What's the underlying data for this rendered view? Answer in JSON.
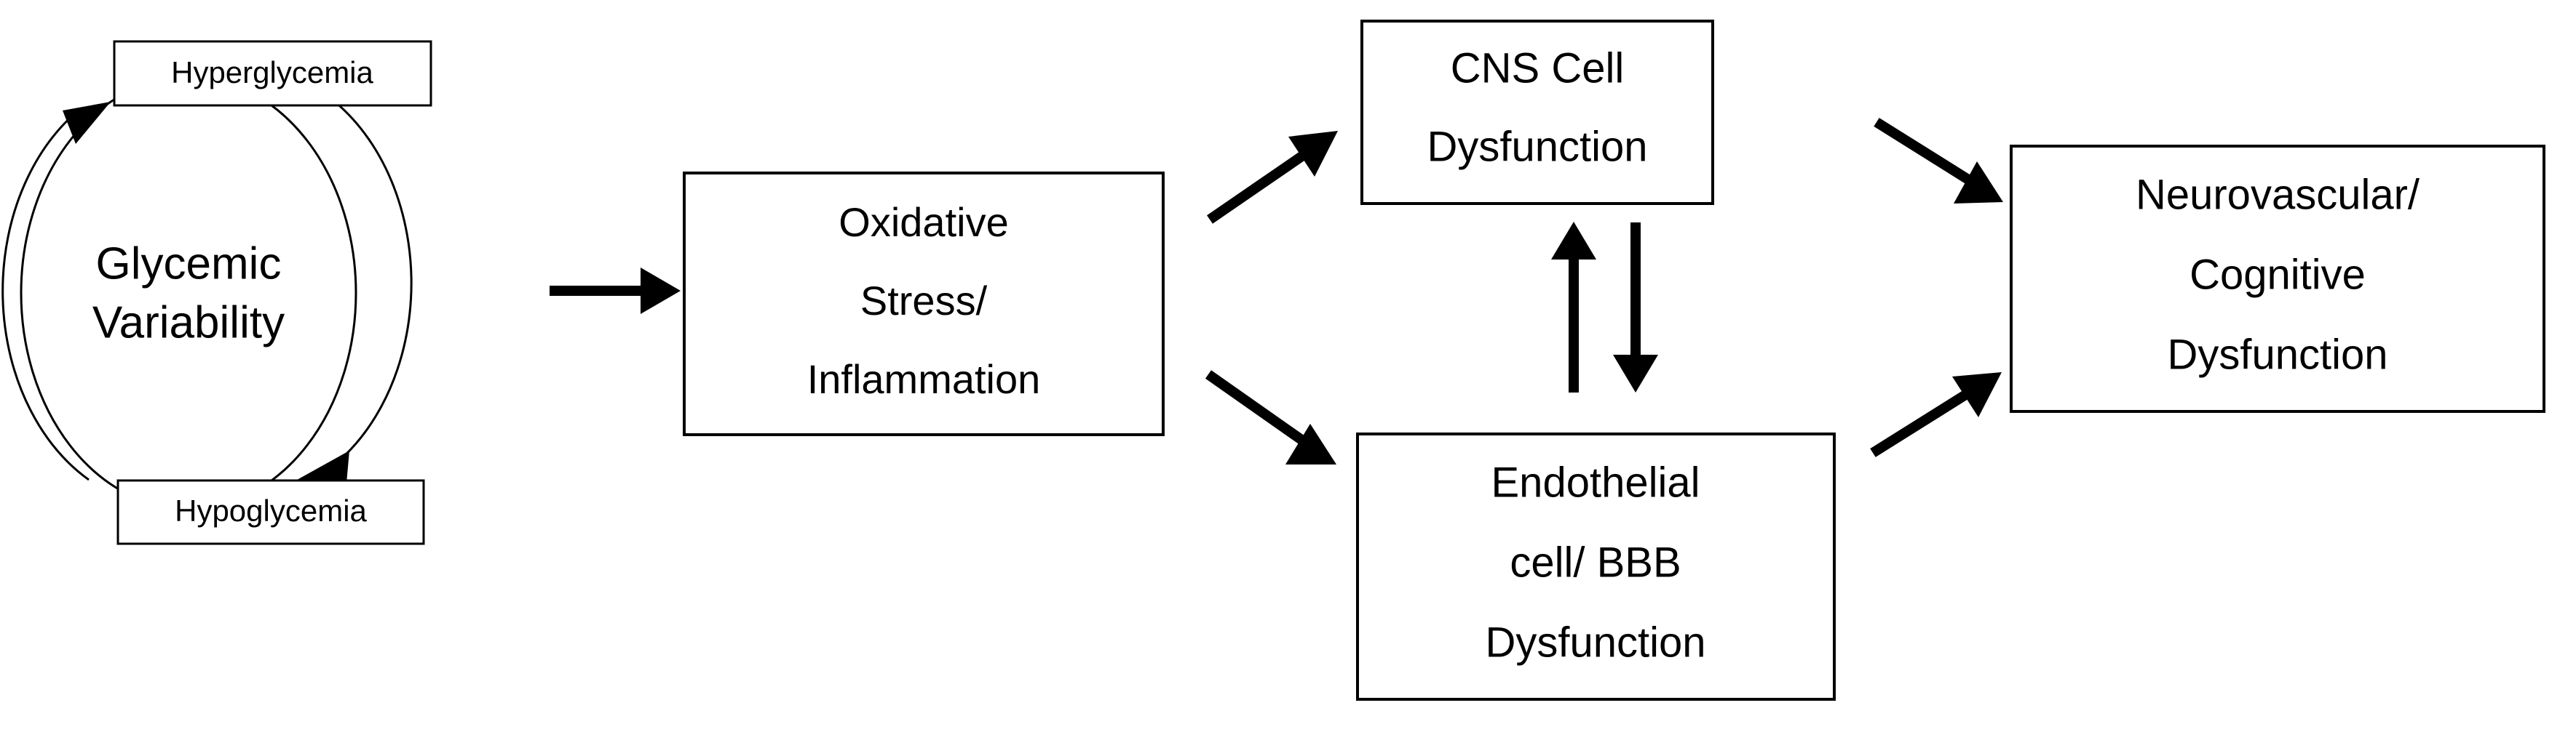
{
  "diagram": {
    "title": "Glycemic Variability Pathway",
    "background_color": "#ffffff",
    "line_color": "#000000",
    "text_color": "#000000",
    "cycle": {
      "center_label_line1": "Glycemic",
      "center_label_line2": "Variability",
      "top_node_label": "Hyperglycemia",
      "bottom_node_label": "Hypoglycemia",
      "direction": "clockwise"
    },
    "nodes": [
      {
        "id": "hyperglycemia",
        "lines": [
          "Hyperglycemia"
        ],
        "shape": "rectangle"
      },
      {
        "id": "glycemic-variability",
        "lines": [
          "Glycemic",
          "Variability"
        ],
        "shape": "ellipse"
      },
      {
        "id": "hypoglycemia",
        "lines": [
          "Hypoglycemia"
        ],
        "shape": "rectangle"
      },
      {
        "id": "oxidative-stress-inflammation",
        "lines": [
          "Oxidative",
          "Stress/",
          "Inflammation"
        ],
        "shape": "rectangle"
      },
      {
        "id": "cns-cell-dysfunction",
        "lines": [
          "CNS Cell",
          "Dysfunction"
        ],
        "shape": "rectangle"
      },
      {
        "id": "endothelial-cell-bbb-dysfunction",
        "lines": [
          "Endothelial",
          "cell/ BBB",
          "Dysfunction"
        ],
        "shape": "rectangle"
      },
      {
        "id": "neurovascular-cognitive-dysfunction",
        "lines": [
          "Neurovascular/",
          "Cognitive",
          "Dysfunction"
        ],
        "shape": "rectangle"
      }
    ],
    "edges": [
      {
        "id": "cycle-hypo-to-hyper",
        "from": "hypoglycemia",
        "to": "hyperglycemia",
        "style": "curved-thin"
      },
      {
        "id": "cycle-hyper-to-hypo",
        "from": "hyperglycemia",
        "to": "hypoglycemia",
        "style": "curved-thin"
      },
      {
        "id": "variability-to-oxidative",
        "from": "glycemic-variability",
        "to": "oxidative-stress-inflammation",
        "style": "straight-thick-horizontal"
      },
      {
        "id": "oxidative-to-cns",
        "from": "oxidative-stress-inflammation",
        "to": "cns-cell-dysfunction",
        "style": "straight-thick-diagonal-up"
      },
      {
        "id": "oxidative-to-endothelial",
        "from": "oxidative-stress-inflammation",
        "to": "endothelial-cell-bbb-dysfunction",
        "style": "straight-thick-diagonal-down"
      },
      {
        "id": "endothelial-to-cns",
        "from": "endothelial-cell-bbb-dysfunction",
        "to": "cns-cell-dysfunction",
        "style": "straight-thick-vertical-up"
      },
      {
        "id": "cns-to-endothelial",
        "from": "cns-cell-dysfunction",
        "to": "endothelial-cell-bbb-dysfunction",
        "style": "straight-thick-vertical-down"
      },
      {
        "id": "cns-to-neurovascular",
        "from": "cns-cell-dysfunction",
        "to": "neurovascular-cognitive-dysfunction",
        "style": "straight-thick-diagonal-down"
      },
      {
        "id": "endothelial-to-neurovascular",
        "from": "endothelial-cell-bbb-dysfunction",
        "to": "neurovascular-cognitive-dysfunction",
        "style": "straight-thick-diagonal-up"
      }
    ]
  },
  "text": {
    "hyperglycemia": "Hyperglycemia",
    "hypoglycemia": "Hypoglycemia",
    "glycemic_line1": "Glycemic",
    "glycemic_line2": "Variability",
    "oxidative_line1": "Oxidative",
    "oxidative_line2": "Stress/",
    "oxidative_line3": "Inflammation",
    "cns_line1": "CNS Cell",
    "cns_line2": "Dysfunction",
    "endothelial_line1": "Endothelial",
    "endothelial_line2": "cell/ BBB",
    "endothelial_line3": "Dysfunction",
    "neurovascular_line1": "Neurovascular/",
    "neurovascular_line2": "Cognitive",
    "neurovascular_line3": "Dysfunction"
  }
}
